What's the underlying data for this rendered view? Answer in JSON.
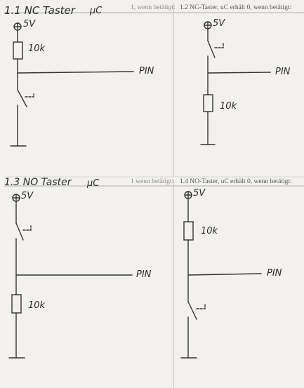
{
  "top_left": {
    "title": "1.1 NC Taster",
    "uc": "µC",
    "faded_header": "1, wenn betätigt:",
    "supply": "5V",
    "resistor": "10k",
    "pin": "PIN"
  },
  "top_right": {
    "header": "1.2 NC-Taster, uC erhält 0, wenn betätigt:",
    "supply": "5V",
    "resistor": "10k",
    "pin": "PIN"
  },
  "bottom_left": {
    "title": "1.3 NO Taster",
    "uc": "µC",
    "faded_header": "1 wenn betätigt:",
    "supply": "5V",
    "resistor": "10k",
    "pin": "PIN"
  },
  "bottom_right": {
    "header": "1.4 NO-Taster, uC erhält 0, wenn betätigt:",
    "supply": "5V",
    "resistor": "10k",
    "pin": "PIN"
  }
}
